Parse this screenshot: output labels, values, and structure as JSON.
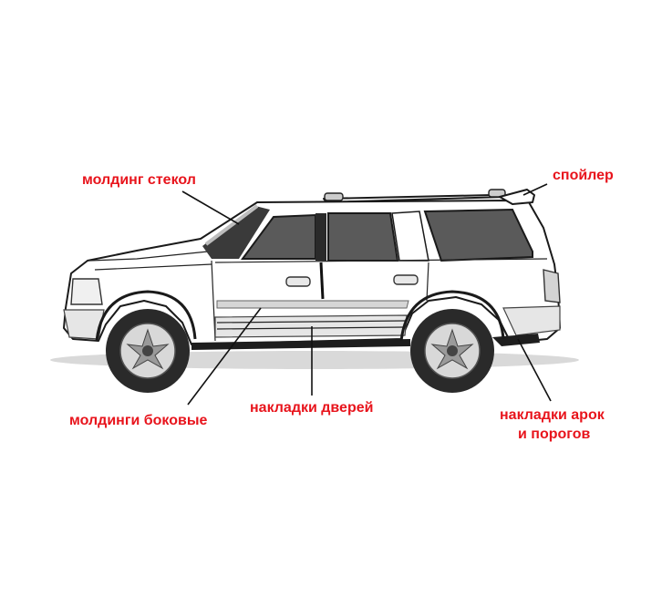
{
  "labels": {
    "window_molding": "молдинг стекол",
    "spoiler": "спойлер",
    "side_moldings": "молдинги боковые",
    "door_trims": "накладки дверей",
    "arch_sill_trims_line1": "накладки арок",
    "arch_sill_trims_line2": "и порогов"
  },
  "colors": {
    "label": "#e8141c",
    "background": "#ffffff"
  }
}
